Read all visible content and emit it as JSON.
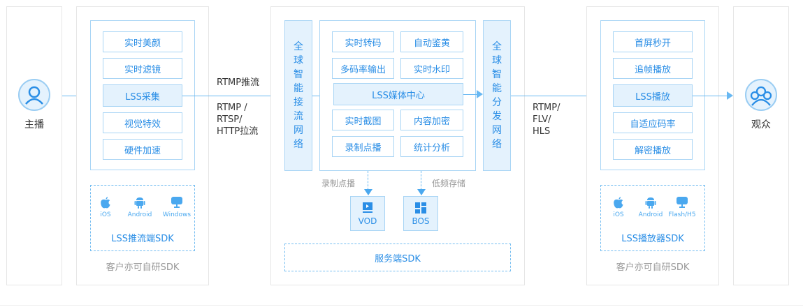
{
  "broadcaster": {
    "label": "主播",
    "icon": "user-icon"
  },
  "viewer": {
    "label": "观众",
    "icon": "users-group-icon"
  },
  "push_panel": {
    "features": [
      "实时美颜",
      "实时滤镜",
      "LSS采集",
      "视觉特效",
      "硬件加速"
    ],
    "highlight_index": 2,
    "sdk": {
      "title": "LSS推流端SDK",
      "platforms": [
        {
          "name": "iOS",
          "icon": "apple-icon"
        },
        {
          "name": "Android",
          "icon": "android-icon"
        },
        {
          "name": "Windows",
          "icon": "monitor-icon"
        }
      ]
    },
    "footer": "客户亦可自研SDK"
  },
  "push_protocols": {
    "push": "RTMP推流",
    "pull_lines": [
      "RTMP /",
      "RTSP/",
      "HTTP拉流"
    ]
  },
  "center_panel": {
    "ingest_network": [
      "全",
      "球",
      "智",
      "能",
      "接",
      "流",
      "网",
      "络"
    ],
    "distribution_network": [
      "全",
      "球",
      "智",
      "能",
      "分",
      "发",
      "网",
      "络"
    ],
    "features_top": [
      [
        "实时转码",
        "自动鉴黄"
      ],
      [
        "多码率输出",
        "实时水印"
      ]
    ],
    "media_center": "LSS媒体中心",
    "features_bottom": [
      [
        "实时截图",
        "内容加密"
      ],
      [
        "录制点播",
        "统计分析"
      ]
    ],
    "storage": [
      {
        "edge_label": "录制点播",
        "name": "VOD",
        "icon": "video-play-icon"
      },
      {
        "edge_label": "低频存储",
        "name": "BOS",
        "icon": "storage-blocks-icon"
      }
    ],
    "server_sdk": "服务端SDK"
  },
  "play_protocols": {
    "lines": [
      "RTMP/",
      "FLV/",
      "HLS"
    ]
  },
  "play_panel": {
    "features": [
      "首屏秒开",
      "追帧播放",
      "LSS播放",
      "自适应码率",
      "解密播放"
    ],
    "highlight_index": 2,
    "sdk": {
      "title": "LSS播放器SDK",
      "platforms": [
        {
          "name": "iOS",
          "icon": "apple-icon"
        },
        {
          "name": "Android",
          "icon": "android-icon"
        },
        {
          "name": "Flash/H5",
          "icon": "monitor-icon"
        }
      ]
    },
    "footer": "客户亦可自研SDK"
  },
  "colors": {
    "accent": "#2a8ee6",
    "line": "#68b8f2",
    "box_border": "#a9d5f5",
    "highlight_fill": "#e4f2fd",
    "panel_border": "#e6e6e6"
  }
}
